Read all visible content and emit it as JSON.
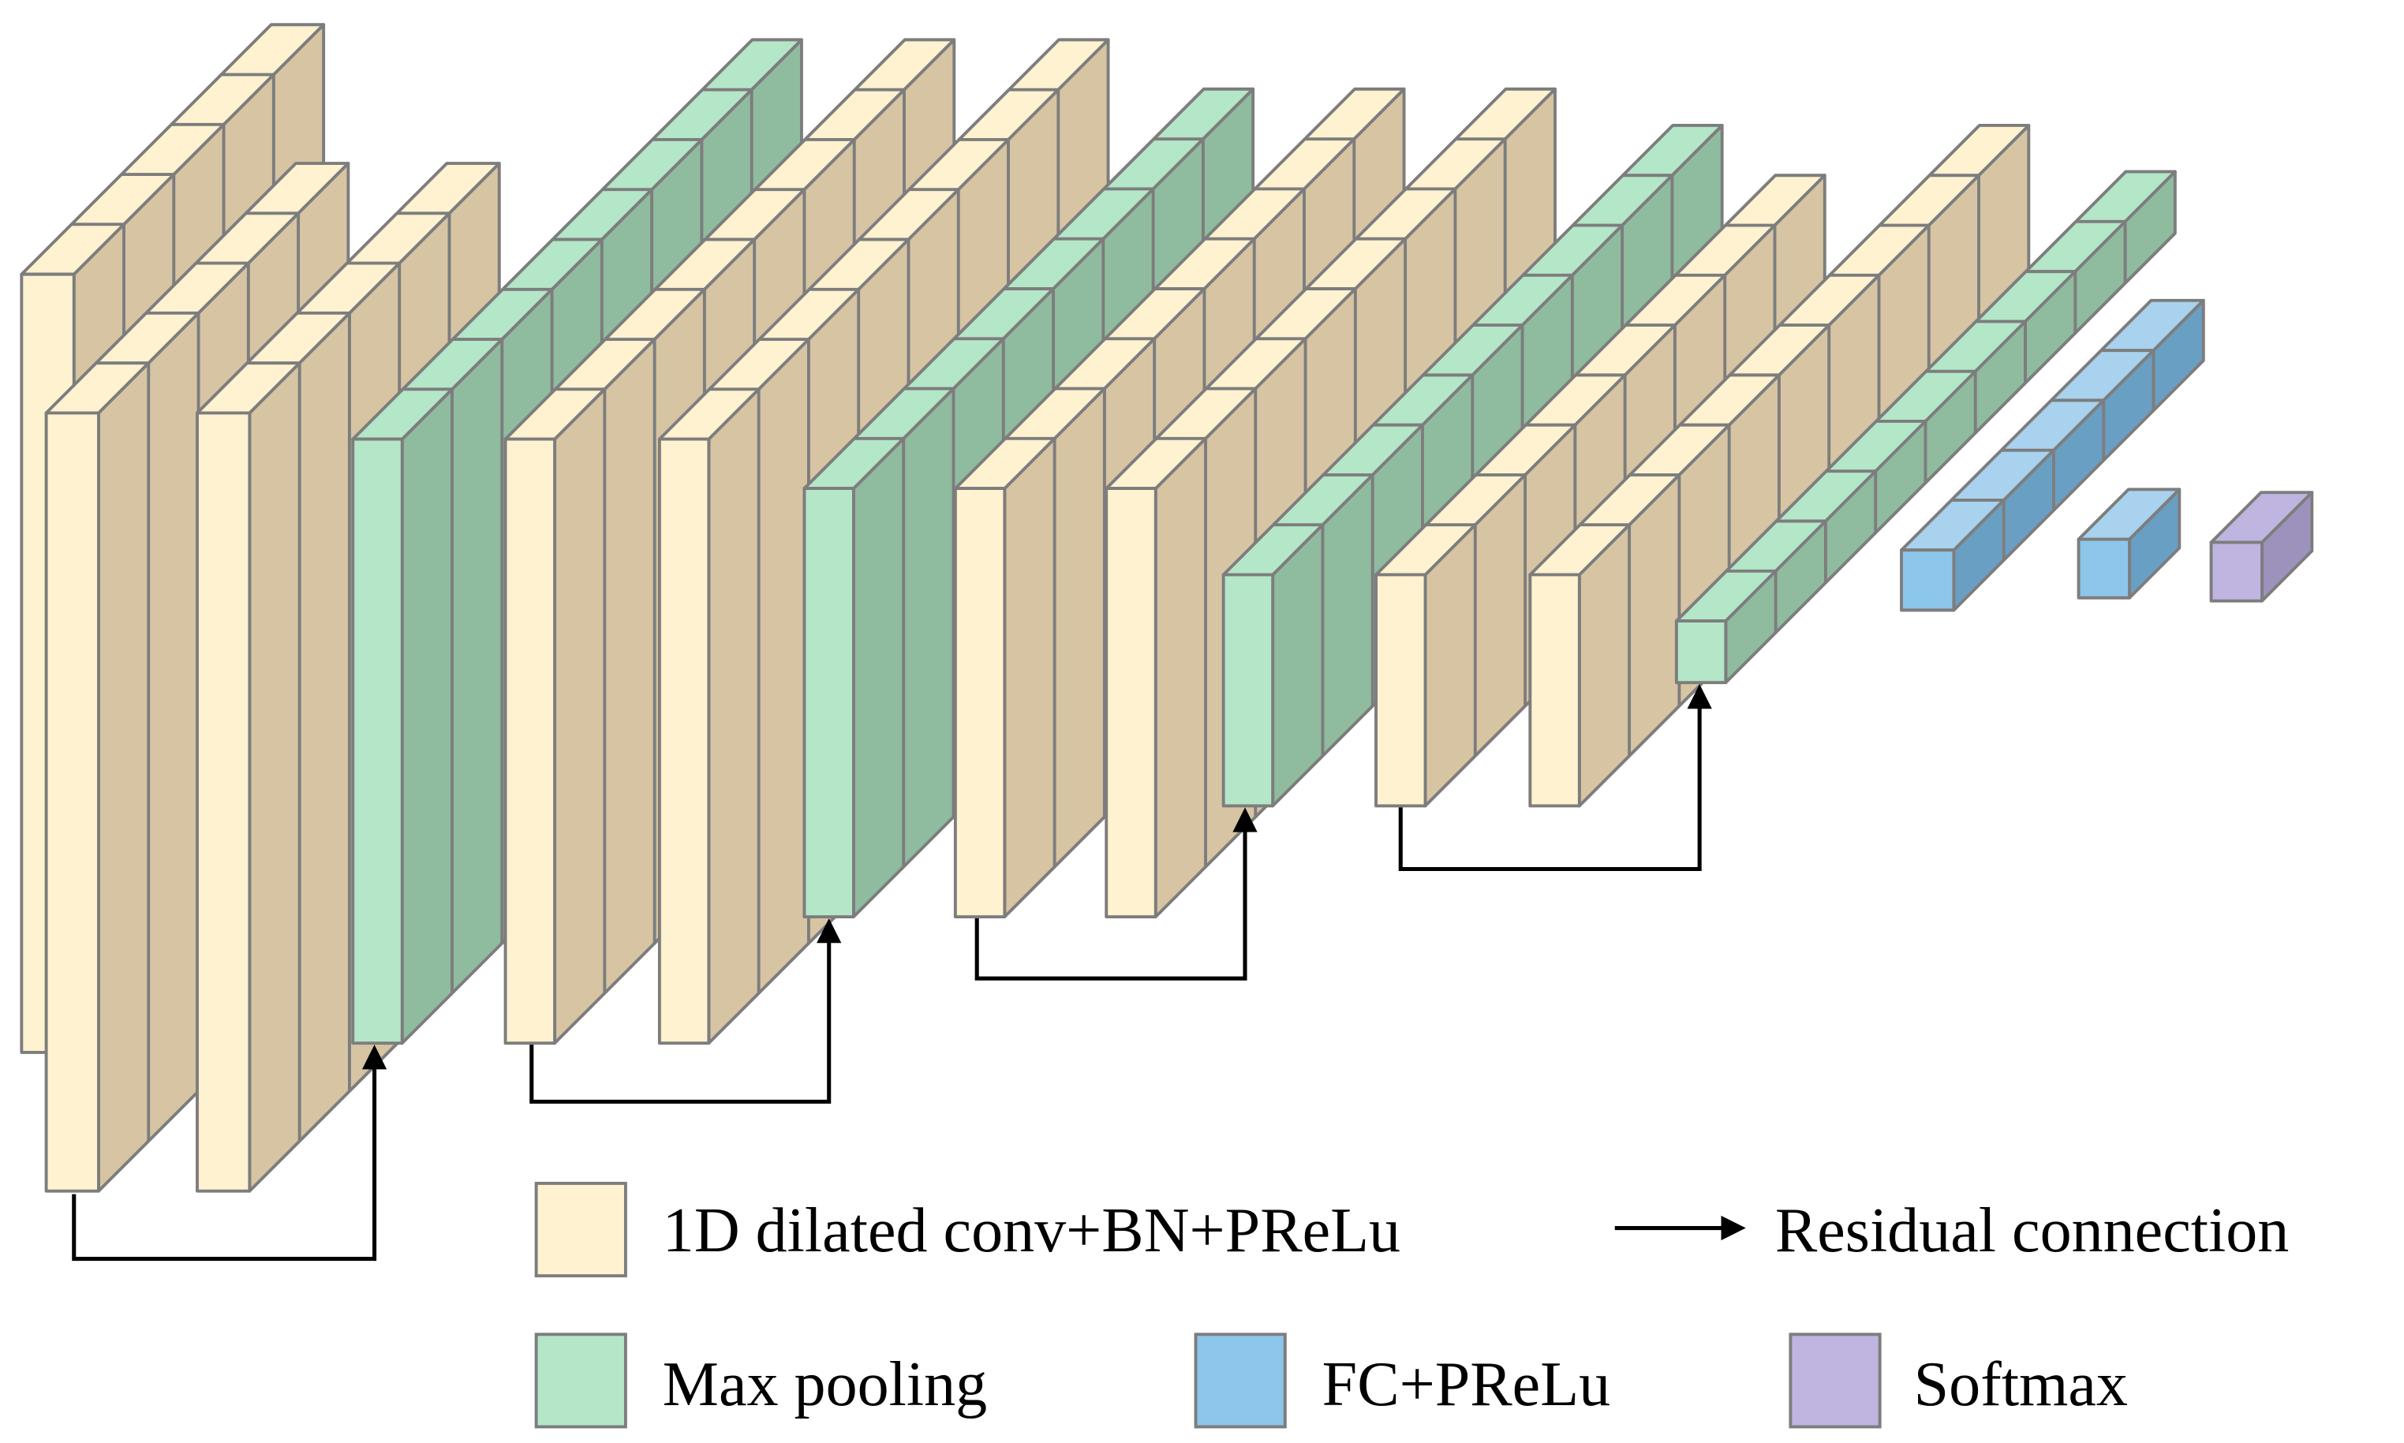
{
  "colors": {
    "conv": "#fff2d0",
    "pool": "#b4e6c8",
    "fc": "#8cc6ea",
    "softmax": "#c0b4e0",
    "edge": "#7d7d7d",
    "connector": "#000000"
  },
  "legend": {
    "conv_label": "1D dilated conv+BN+PReLu",
    "residual_label": "Residual connection",
    "pool_label": "Max pooling",
    "fc_label": "FC+PReLu",
    "softmax_label": "Softmax"
  },
  "network": {
    "layers": [
      "conv",
      "conv",
      "pool",
      "conv",
      "conv",
      "pool",
      "conv",
      "conv",
      "pool",
      "conv",
      "conv",
      "pool",
      "fc",
      "fc",
      "softmax"
    ],
    "residual_connections": 4
  }
}
